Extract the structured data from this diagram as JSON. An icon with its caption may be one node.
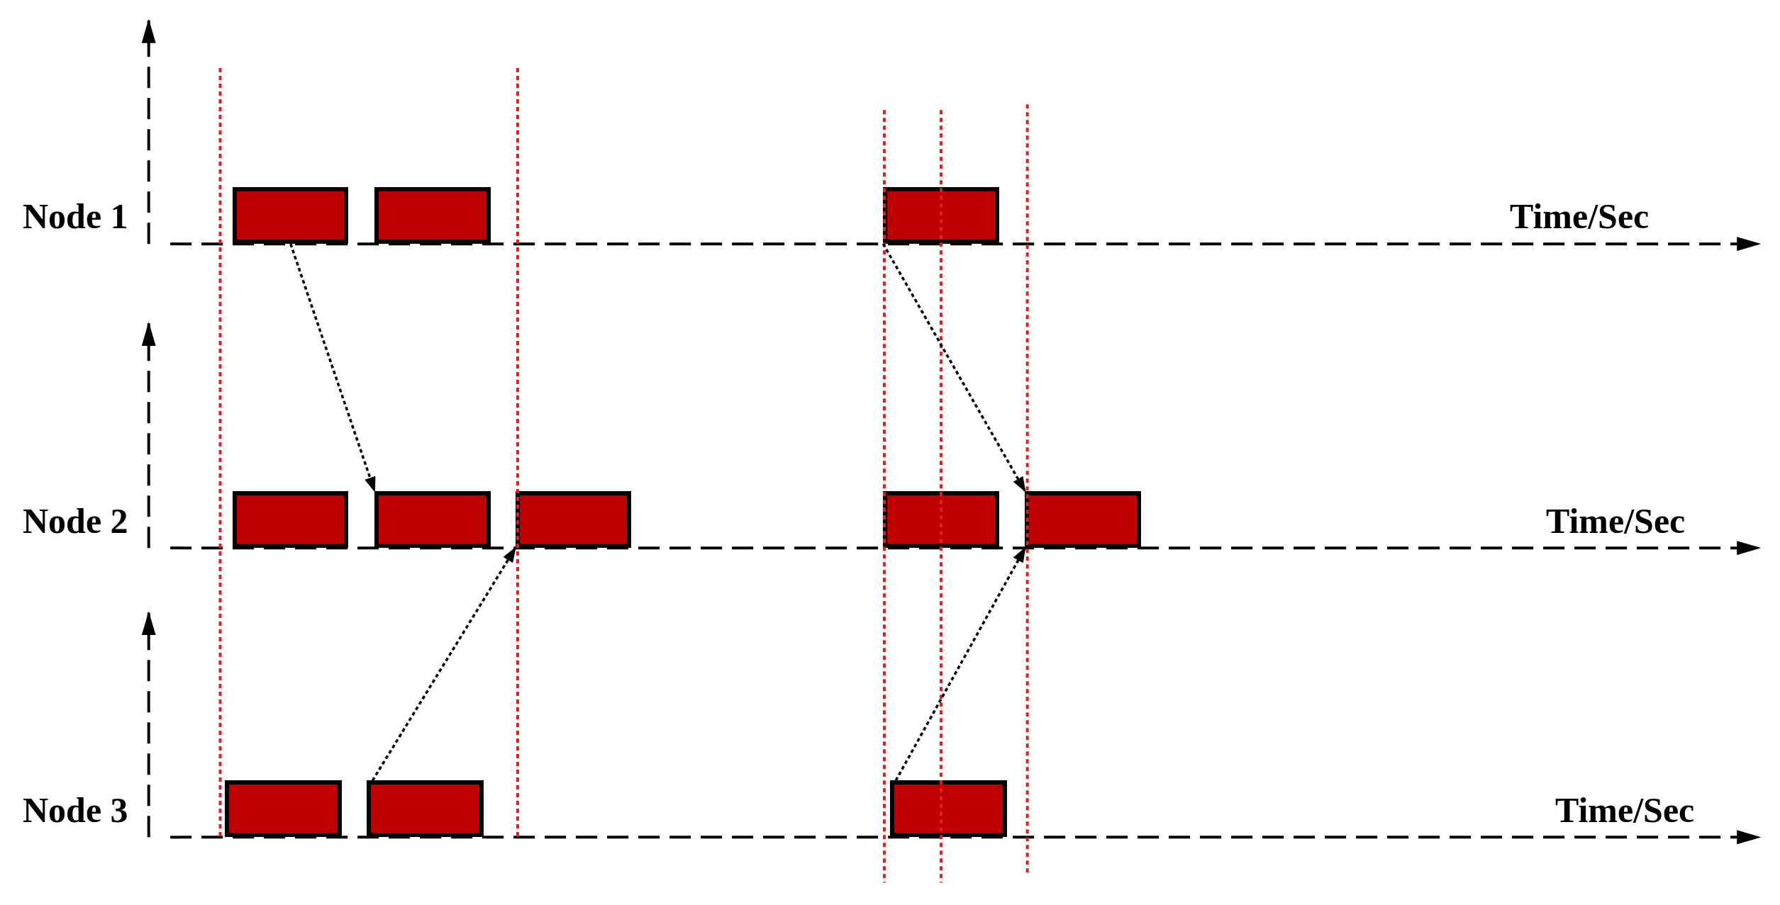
{
  "diagram": {
    "nodes": [
      {
        "text": [],
        "shape": "box"
      },
      {
        "text": [],
        "shape": "box"
      },
      {
        "text": [],
        "shape": "box"
      },
      {
        "text": [],
        "shape": "box"
      },
      {
        "text": [],
        "shape": "box"
      },
      {
        "text": [],
        "shape": "box"
      },
      {
        "text": [],
        "shape": "box"
      },
      {
        "text": [],
        "shape": "box"
      },
      {
        "text": [],
        "shape": "box"
      },
      {
        "text": [],
        "shape": "box"
      },
      {
        "text": [],
        "shape": "box"
      }
    ],
    "edges": [
      {
        "from": 0,
        "to": 4,
        "arrow": "to"
      },
      {
        "from": 9,
        "to": 5,
        "arrow": "to"
      },
      {
        "from": 2,
        "to": 7,
        "arrow": "to"
      },
      {
        "from": 10,
        "to": 7,
        "arrow": "to"
      }
    ],
    "labels": [
      "Node 1",
      "Time/Sec",
      "Node 2",
      "Time/Sec",
      "Node 3",
      "Time/Sec"
    ]
  }
}
